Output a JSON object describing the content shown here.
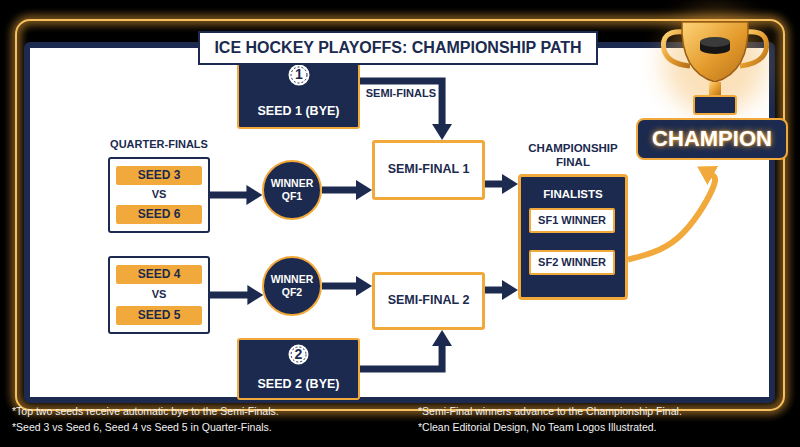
{
  "diagram": {
    "title": "ICE HOCKEY PLAYOFFS: CHAMPIONSHIP PATH",
    "nodes": [
      {
        "text": [
          "QUARTER-FINALS",
          "VS"
        ]
      },
      {
        "text": [
          "SEED 3"
        ],
        "in": 0
      },
      {
        "text": [
          "SEED 6"
        ],
        "in": 0
      },
      {
        "text": [
          "SEED 1 (BYE)"
        ]
      },
      {
        "text": [
          "1"
        ],
        "in": 3
      },
      {
        "text": [
          "WINNER QF1"
        ]
      },
      {
        "text": [
          "SEMI-FINAL 1"
        ]
      },
      {
        "text": [
          "CHAMPIONSHIP FINAL",
          "FINALISTS"
        ]
      },
      {
        "text": [
          "SF1 WINNER"
        ],
        "in": 7
      },
      {
        "text": [
          "SF2 WINNER"
        ],
        "in": 7
      },
      {
        "text": [
          "CHAMPION"
        ]
      },
      {
        "text": [
          "VS"
        ]
      },
      {
        "text": [
          "SEED 4"
        ],
        "in": 11
      },
      {
        "text": [
          "SEED 5"
        ],
        "in": 11
      },
      {
        "text": [
          "WINNER QF2"
        ]
      },
      {
        "text": [
          "SEMI-FINAL 2"
        ]
      },
      {
        "text": [
          "SEED 2 (BYE)"
        ]
      },
      {
        "text": [
          "2"
        ],
        "in": 16
      }
    ],
    "edges": [
      {
        "from": 0,
        "to": 5,
        "arrow": "to"
      },
      {
        "from": 5,
        "to": 6,
        "arrow": "to"
      },
      {
        "from": 3,
        "to": 6,
        "arrow": "to"
      },
      {
        "from": 6,
        "to": 7,
        "arrow": "to"
      },
      {
        "from": 11,
        "to": 14,
        "arrow": "to"
      },
      {
        "from": 14,
        "to": 15,
        "arrow": "to"
      },
      {
        "from": 16,
        "to": 15,
        "arrow": "to"
      },
      {
        "from": 15,
        "to": 7,
        "arrow": "to"
      },
      {
        "from": 7,
        "to": 10,
        "arrow": "to"
      }
    ],
    "labels": [
      "SEMI-FINALS",
      "*Top two seeds receive automatic bye to the Semi-Finals.",
      "*Seed 3 vs Seed 6, Seed 4 vs Seed 5 in Quarter-Finals.",
      "*Semi-Final winners advance to the Championship Final.",
      "*Clean Editorial Design, No Team Logos Illustrated."
    ]
  }
}
